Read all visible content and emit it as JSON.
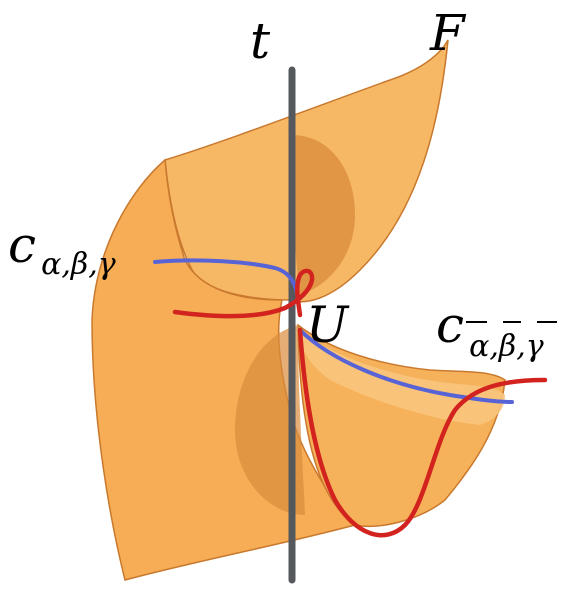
{
  "labels": {
    "axis_t": "t",
    "surface_F": "F",
    "point_U": "U",
    "curve_left": {
      "main": "c",
      "subscript": "α,β,γ"
    },
    "curve_right": {
      "main": "c",
      "subscript": "α,β,γ",
      "subscript_overlined": true
    }
  },
  "colors": {
    "surface_fill": "#f6b25a",
    "surface_fill_dark": "#d9893a",
    "surface_edge": "#c9792e",
    "axis": "#55595d",
    "curve_red": "#d3231f",
    "curve_blue": "#5864d6"
  }
}
